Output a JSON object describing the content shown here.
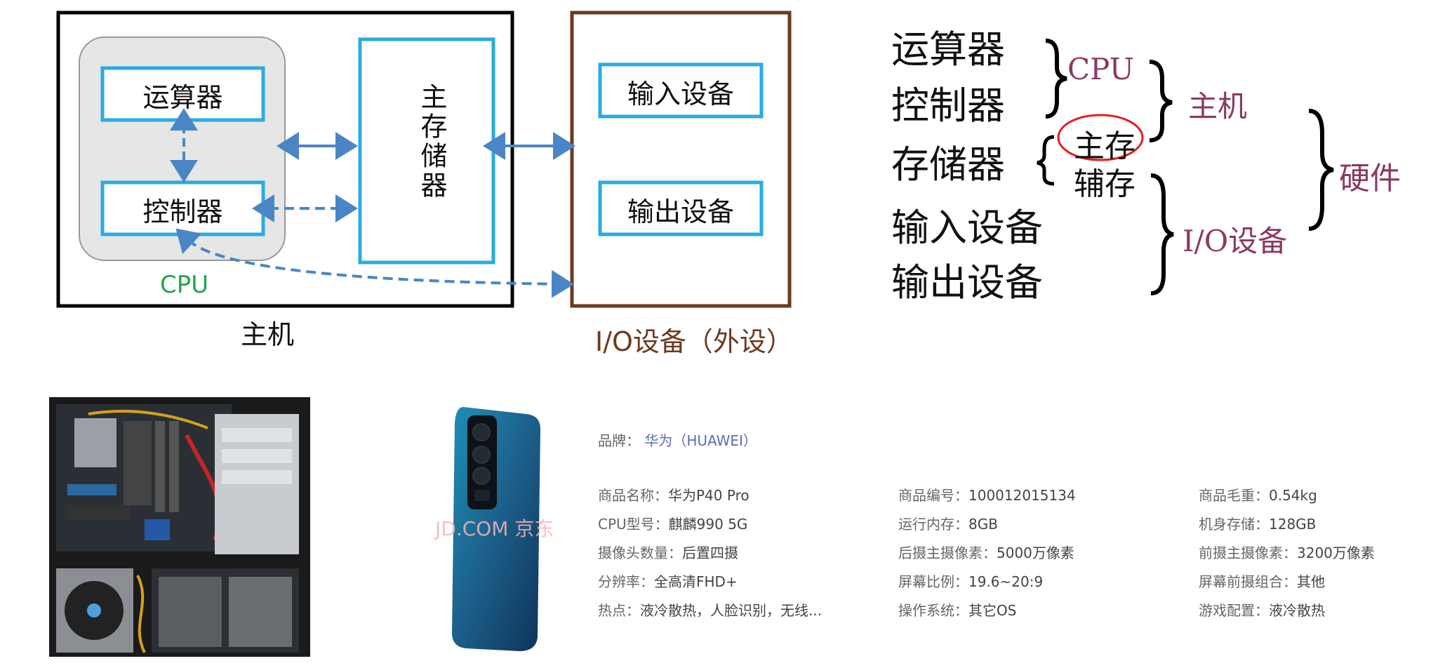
{
  "diagram": {
    "cpu_alu": "运算器",
    "cpu_cu": "控制器",
    "cpu_label": "CPU",
    "host_label": "主机",
    "main_memory": "主存储器",
    "input_device": "输入设备",
    "output_device": "输出设备",
    "io_label": "I/O设备（外设）",
    "colors": {
      "box_blue": "#29abe2",
      "arrow_blue": "#4a86c5",
      "io_brown": "#6b3a1e",
      "cpu_green": "#22a64a",
      "cpu_fill": "#e6e6e6"
    }
  },
  "tree": {
    "items": [
      "运算器",
      "控制器",
      "存储器",
      "输入设备",
      "输出设备"
    ],
    "cpu": "CPU",
    "host": "主机",
    "main_mem": "主存",
    "aux_mem": "辅存",
    "io": "I/O设备",
    "hardware": "硬件",
    "colors": {
      "label": "#8b3a62",
      "circle": "#e02020"
    }
  },
  "photos": {
    "pc_icon": "pc-tower-photo",
    "phone_icon": "phone-photo",
    "watermark": "JD.COM 京东"
  },
  "specs": {
    "brand_key": "品牌：",
    "brand_val": "华为（HUAWEI）",
    "col1": [
      [
        "商品名称：",
        "华为P40 Pro"
      ],
      [
        "CPU型号：",
        "麒麟990 5G"
      ],
      [
        "摄像头数量：",
        "后置四摄"
      ],
      [
        "分辨率：",
        "全高清FHD+"
      ],
      [
        "热点：",
        "液冷散热，人脸识别，无线..."
      ]
    ],
    "col2": [
      [
        "商品编号：",
        "100012015134"
      ],
      [
        "运行内存：",
        "8GB"
      ],
      [
        "后摄主摄像素：",
        "5000万像素"
      ],
      [
        "屏幕比例：",
        "19.6~20:9"
      ],
      [
        "操作系统：",
        "其它OS"
      ]
    ],
    "col3": [
      [
        "商品毛重：",
        "0.54kg"
      ],
      [
        "机身存储：",
        "128GB"
      ],
      [
        "前摄主摄像素：",
        "3200万像素"
      ],
      [
        "屏幕前摄组合：",
        "其他"
      ],
      [
        "游戏配置：",
        "液冷散热"
      ]
    ]
  }
}
